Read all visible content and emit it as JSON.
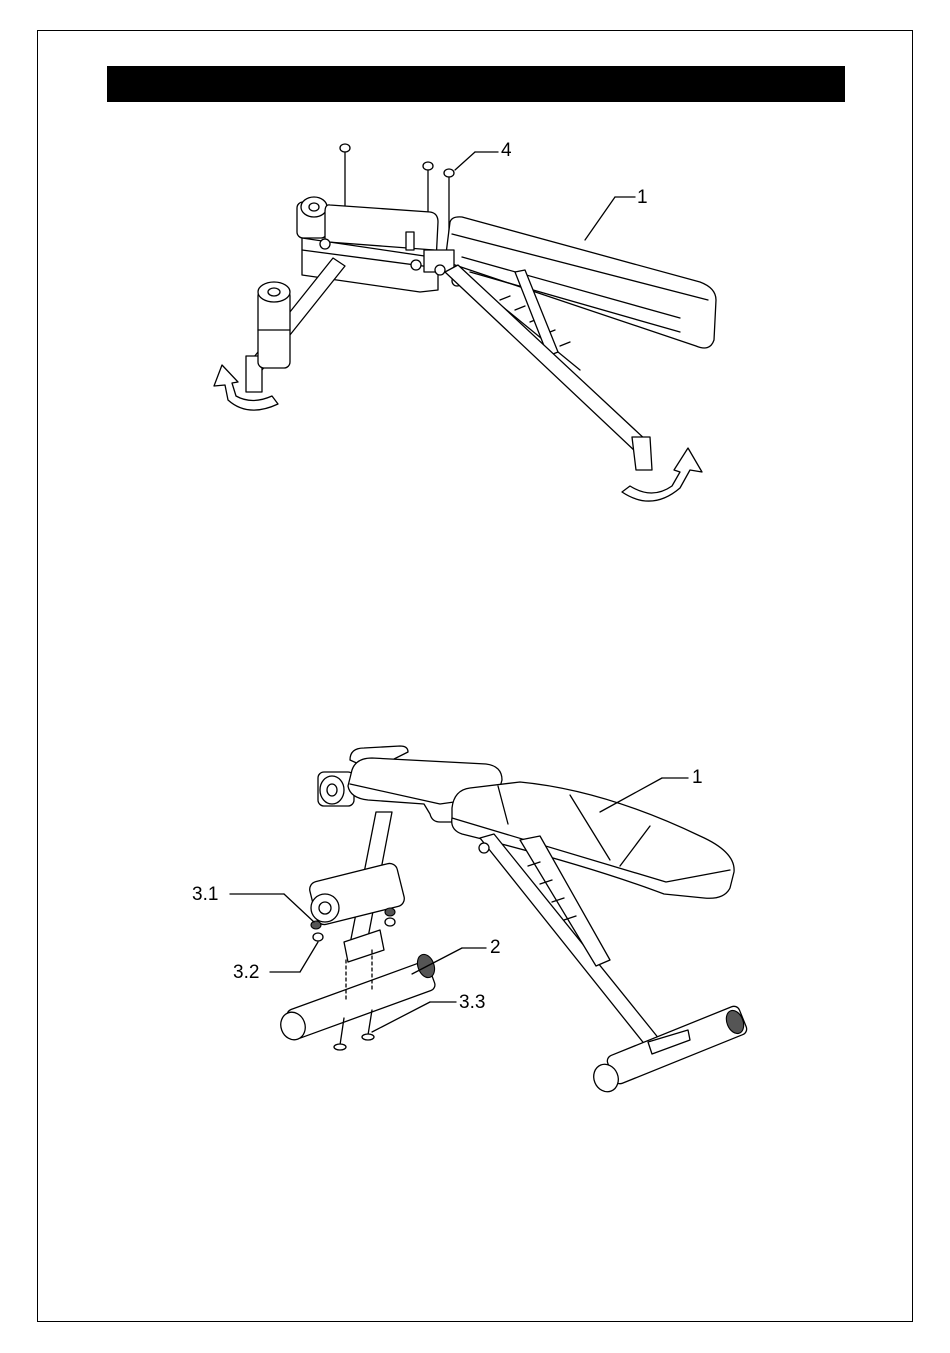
{
  "figure1": {
    "labels": {
      "seat": "1",
      "bolt": "4"
    },
    "icons": [
      "fold-arrow-left-icon",
      "fold-arrow-right-icon"
    ]
  },
  "figure2": {
    "labels": {
      "seat": "1",
      "front_tube": "2",
      "nut": "3.1",
      "washer": "3.2",
      "bolt": "3.3"
    }
  },
  "colors": {
    "ink": "#000000",
    "paper": "#ffffff",
    "shade": "#dddddd"
  }
}
